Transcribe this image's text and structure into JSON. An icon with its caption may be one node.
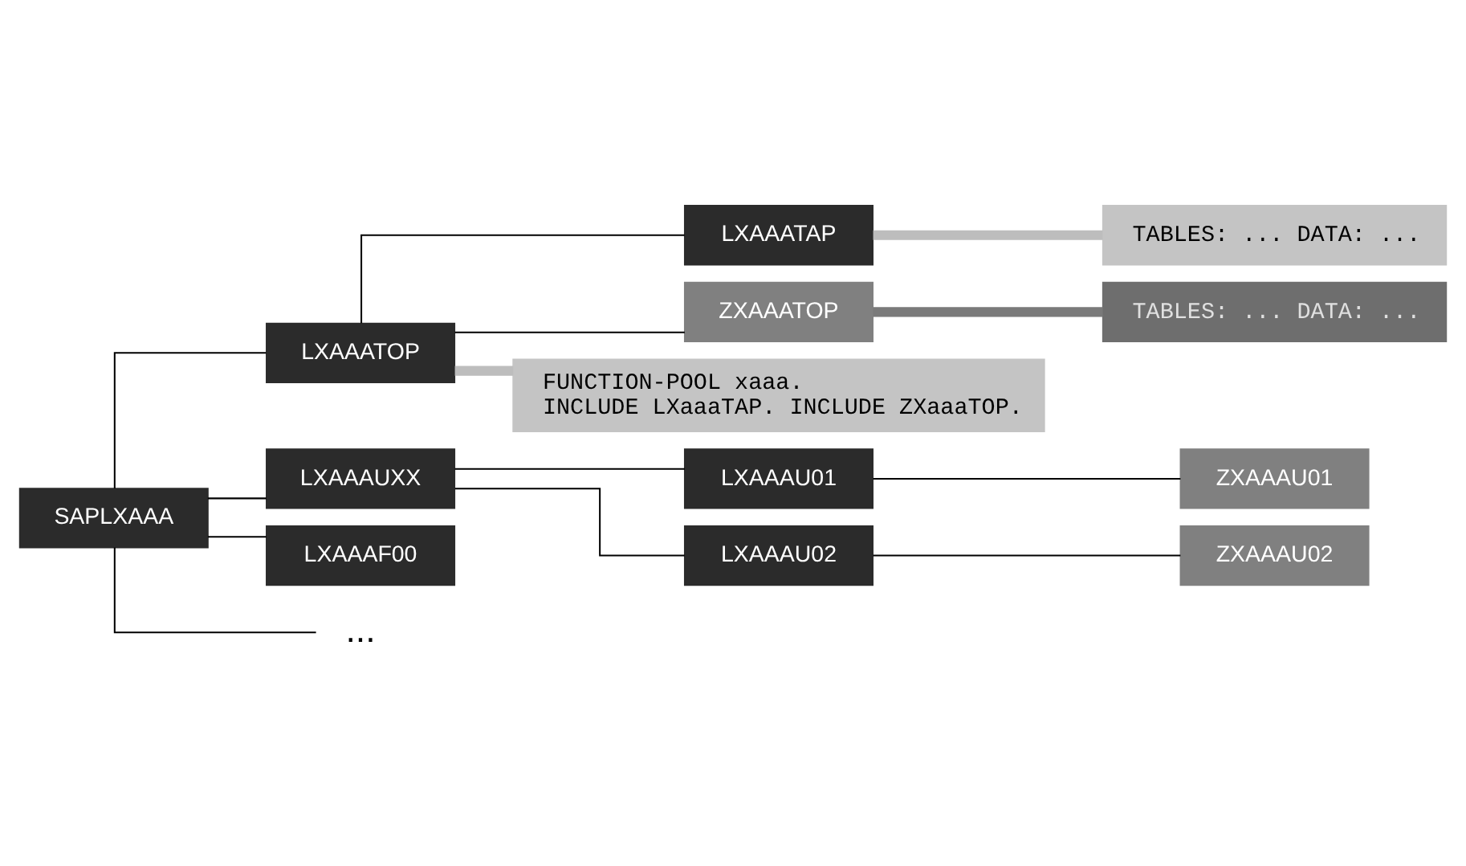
{
  "diagram": {
    "nodes": [
      {
        "text": [
          "SAPLXAAA"
        ]
      },
      {
        "text": [
          "LXAAATOP"
        ]
      },
      {
        "text": [
          "LXAAATAP"
        ]
      },
      {
        "text": [
          "ZXAAATOP"
        ]
      },
      {
        "text": [
          "LXAAAUXX"
        ]
      },
      {
        "text": [
          "LXAAAU01"
        ]
      },
      {
        "text": [
          "ZXAAAU01"
        ]
      },
      {
        "text": [
          "LXAAAU02"
        ]
      },
      {
        "text": [
          "ZXAAAU02"
        ]
      },
      {
        "text": [
          "LXAAAF00"
        ]
      },
      {
        "text": [
          "..."
        ]
      },
      {
        "text": [
          "FUNCTION-POOL xaaa.",
          "INCLUDE LXaaaTAP. INCLUDE ZXaaaTOP."
        ]
      },
      {
        "text": [
          "TABLES: ... DATA: ..."
        ]
      },
      {
        "text": [
          "TABLES: ... DATA: ..."
        ]
      }
    ],
    "edges": [
      {
        "from": 0,
        "to": 1,
        "arrow": "none"
      },
      {
        "from": 1,
        "to": 2,
        "arrow": "none"
      },
      {
        "from": 1,
        "to": 3,
        "arrow": "none"
      },
      {
        "from": 0,
        "to": 4,
        "arrow": "none"
      },
      {
        "from": 4,
        "to": 5,
        "arrow": "none"
      },
      {
        "from": 5,
        "to": 6,
        "arrow": "none"
      },
      {
        "from": 4,
        "to": 7,
        "arrow": "none"
      },
      {
        "from": 7,
        "to": 8,
        "arrow": "none"
      },
      {
        "from": 0,
        "to": 9,
        "arrow": "none"
      },
      {
        "from": 0,
        "to": 10,
        "arrow": "none"
      },
      {
        "from": 1,
        "to": 11,
        "arrow": "none",
        "style": "thick",
        "color": "#bdbdbd"
      },
      {
        "from": 2,
        "to": 12,
        "arrow": "none",
        "style": "thick",
        "color": "#bdbdbd"
      },
      {
        "from": 3,
        "to": 13,
        "arrow": "none",
        "style": "thick",
        "color": "#7a7a7a"
      }
    ]
  }
}
